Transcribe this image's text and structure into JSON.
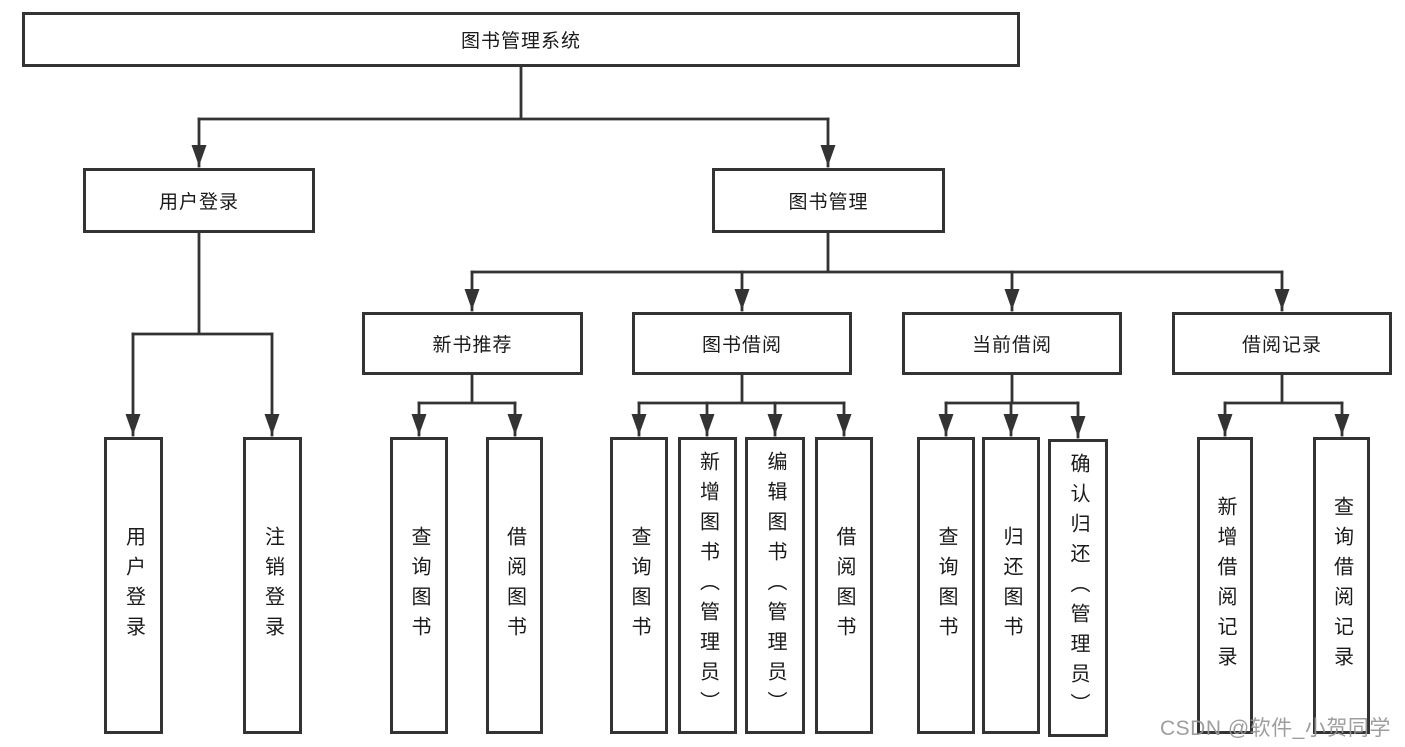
{
  "diagram": {
    "title": "图书管理系统",
    "level2": {
      "user_login": "用户登录",
      "book_mgmt": "图书管理"
    },
    "level3": {
      "new_books": "新书推荐",
      "borrowing": "图书借阅",
      "current": "当前借阅",
      "records": "借阅记录"
    },
    "leaves": {
      "login": "用户登录",
      "logout": "注销登录",
      "nb_query": "查询图书",
      "nb_borrow": "借阅图书",
      "bb_query": "查询图书",
      "bb_add": "新增图书（管理员）",
      "bb_edit": "编辑图书（管理员）",
      "bb_borrow": "借阅图书",
      "cb_query": "查询图书",
      "cb_return": "归还图书",
      "cb_confirm": "确认归还（管理员）",
      "br_add": "新增借阅记录",
      "br_query": "查询借阅记录"
    }
  },
  "watermark": "CSDN @软件_小贺同学",
  "colors": {
    "stroke": "#333333",
    "text": "#1a1a1a",
    "background": "#ffffff",
    "watermark": "#969696"
  }
}
